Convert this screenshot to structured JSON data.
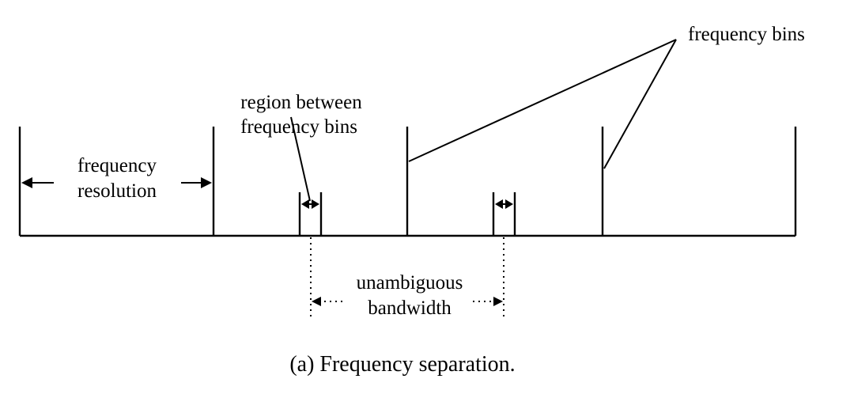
{
  "diagram": {
    "label_frequency_bins": "frequency bins",
    "label_region_line1": "region between",
    "label_region_line2": "frequency bins",
    "label_resolution_line1": "frequency",
    "label_resolution_line2": "resolution",
    "label_bandwidth_line1": "unambiguous",
    "label_bandwidth_line2": "bandwidth",
    "caption": "(a) Frequency separation."
  },
  "colors": {
    "ink": "#000000",
    "background": "#ffffff"
  }
}
